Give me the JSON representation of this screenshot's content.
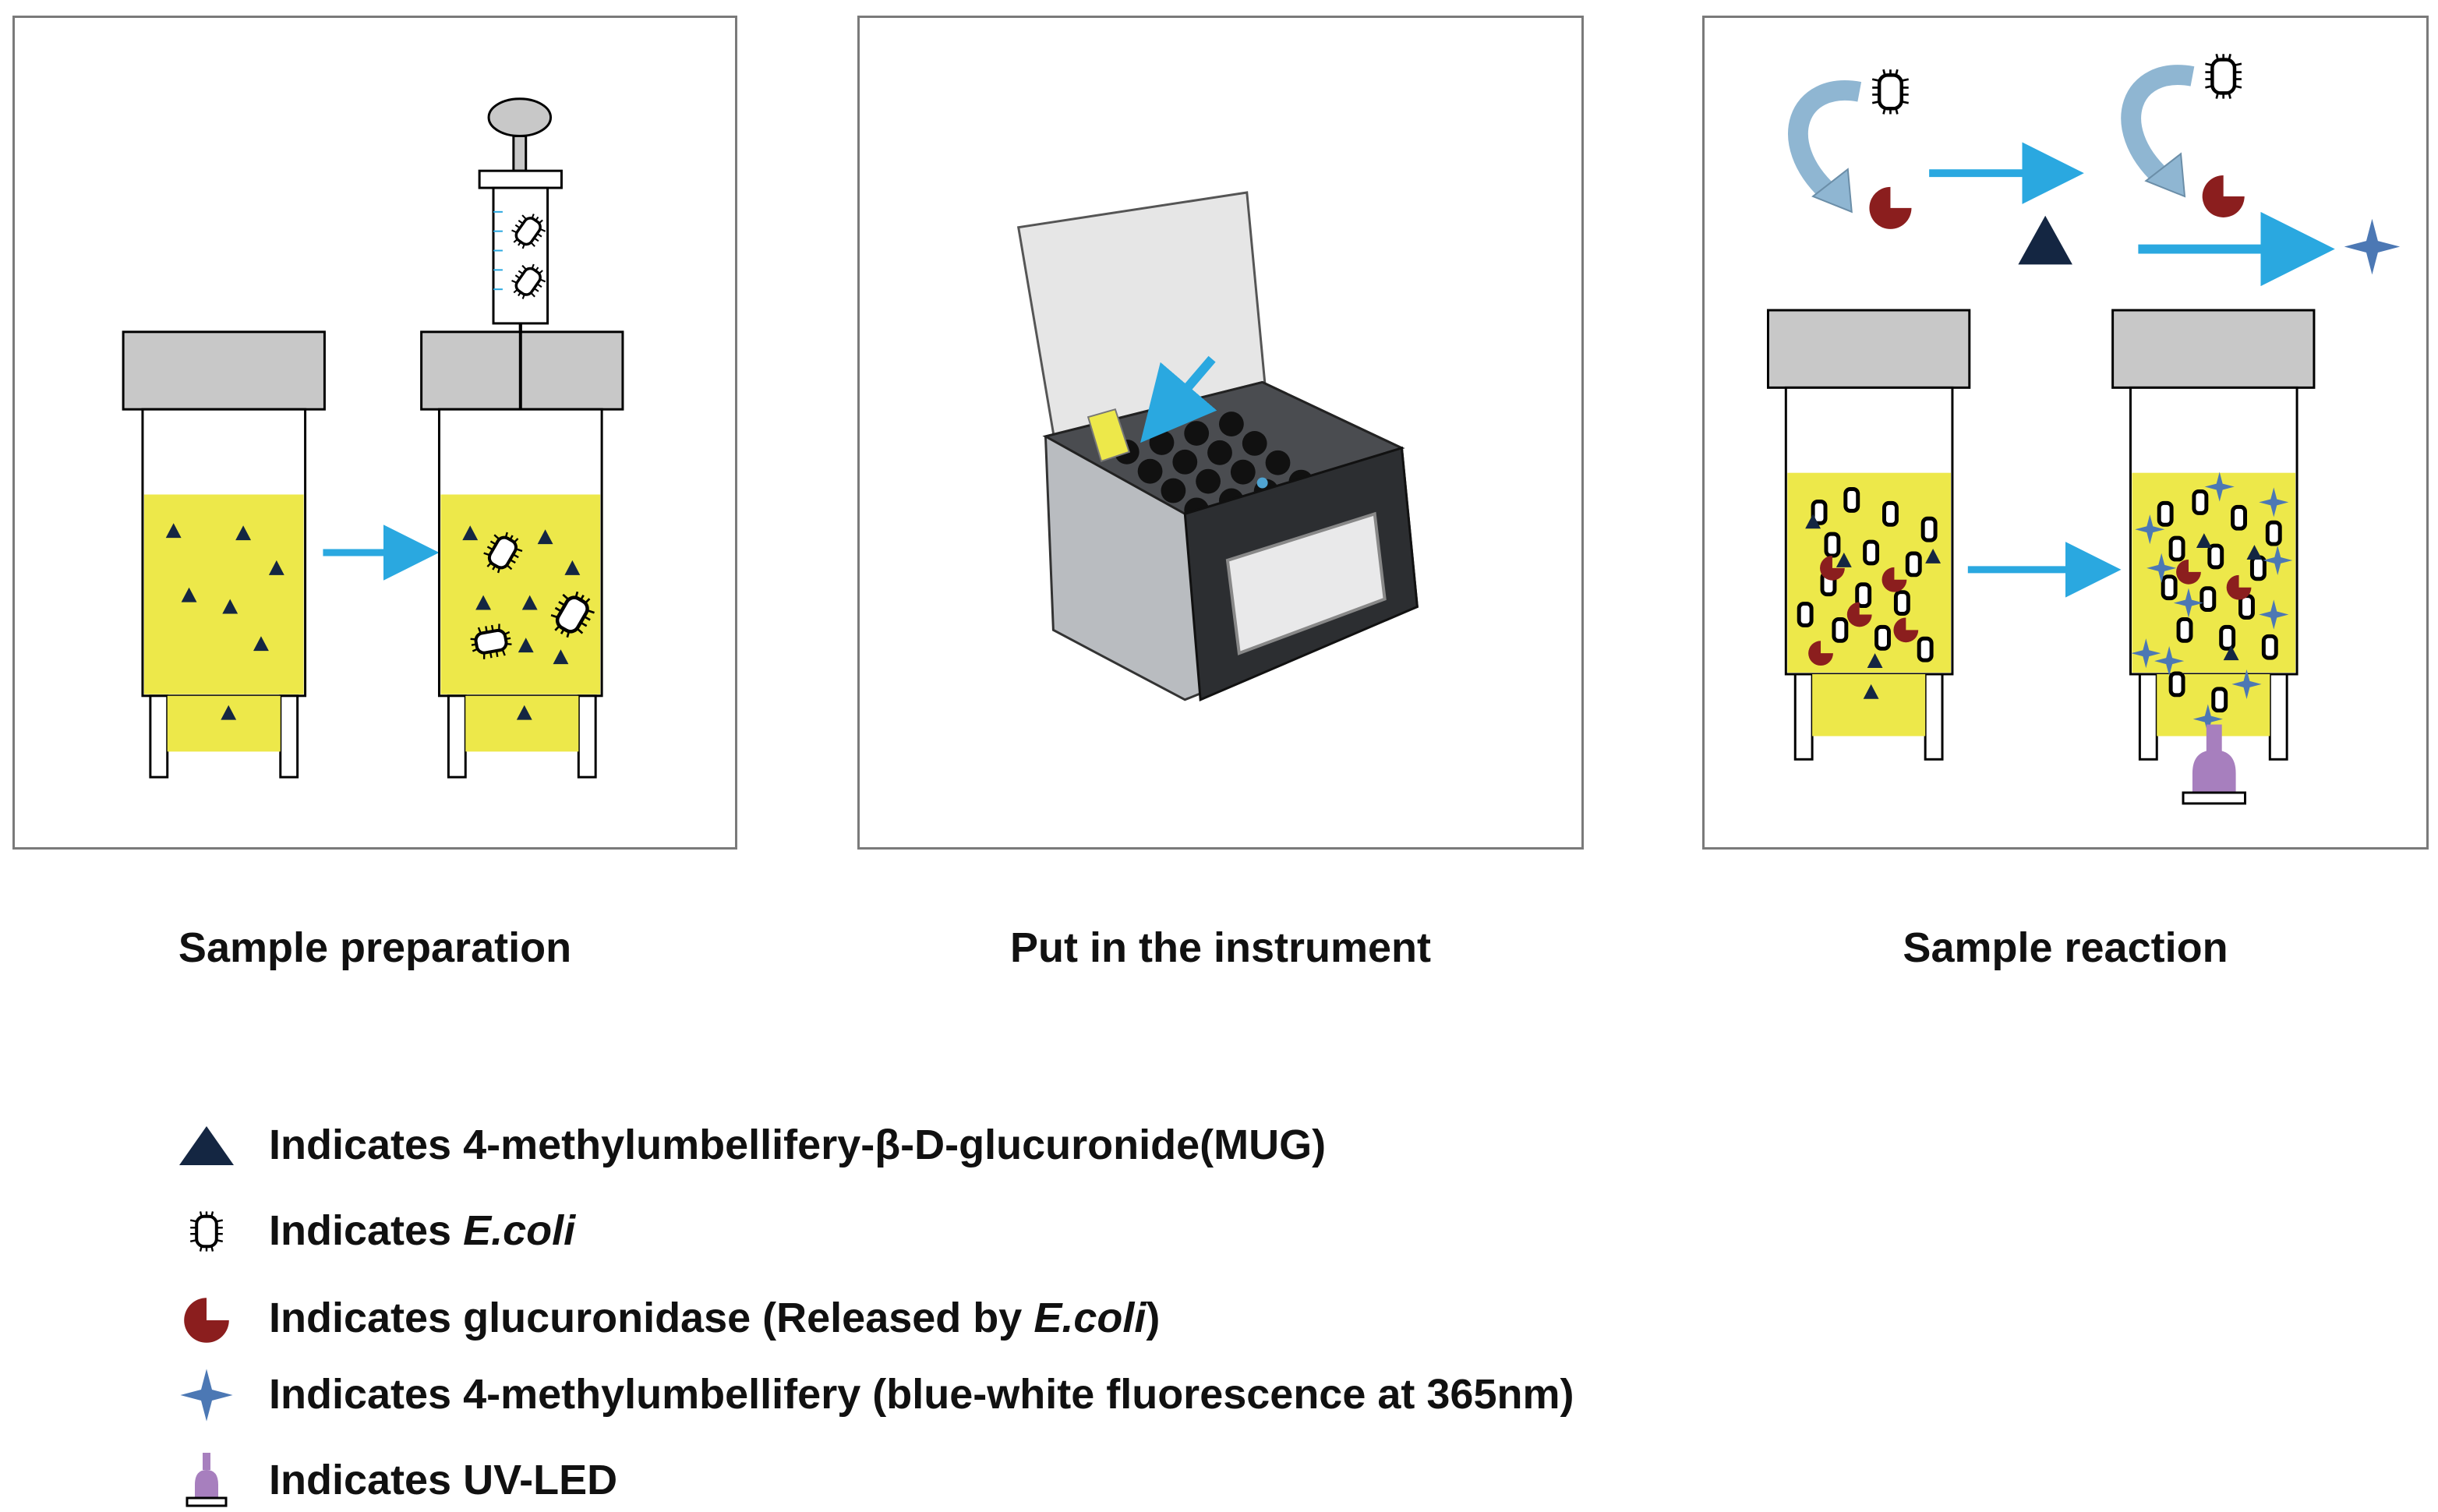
{
  "panels": [
    {
      "caption": "Sample preparation"
    },
    {
      "caption": "Put in the instrument"
    },
    {
      "caption": "Sample reaction"
    }
  ],
  "legend": [
    {
      "icon": "triangle-icon",
      "text": "Indicates 4-methylumbellifery-β-D-glucuronide(MUG)"
    },
    {
      "icon": "ecoli-icon",
      "prefix": "Indicates ",
      "italic": "E.coli",
      "suffix": ""
    },
    {
      "icon": "enzyme-icon",
      "prefix": "Indicates glucuronidase (Released by ",
      "italic": "E.coli",
      "suffix": ")"
    },
    {
      "icon": "star-icon",
      "text": "Indicates 4-methylumbellifery (blue-white fluorescence at 365nm)"
    },
    {
      "icon": "uv-led-icon",
      "text": "Indicates UV-LED"
    }
  ],
  "colors": {
    "sample_yellow": "#ede84a",
    "cap_gray": "#c8c8c8",
    "arrow_blue": "#2aa8e0",
    "mug_navy": "#142642",
    "enzyme_red": "#8b1e1e",
    "star_blue": "#4c78b4",
    "led_purple": "#a77fbe"
  }
}
